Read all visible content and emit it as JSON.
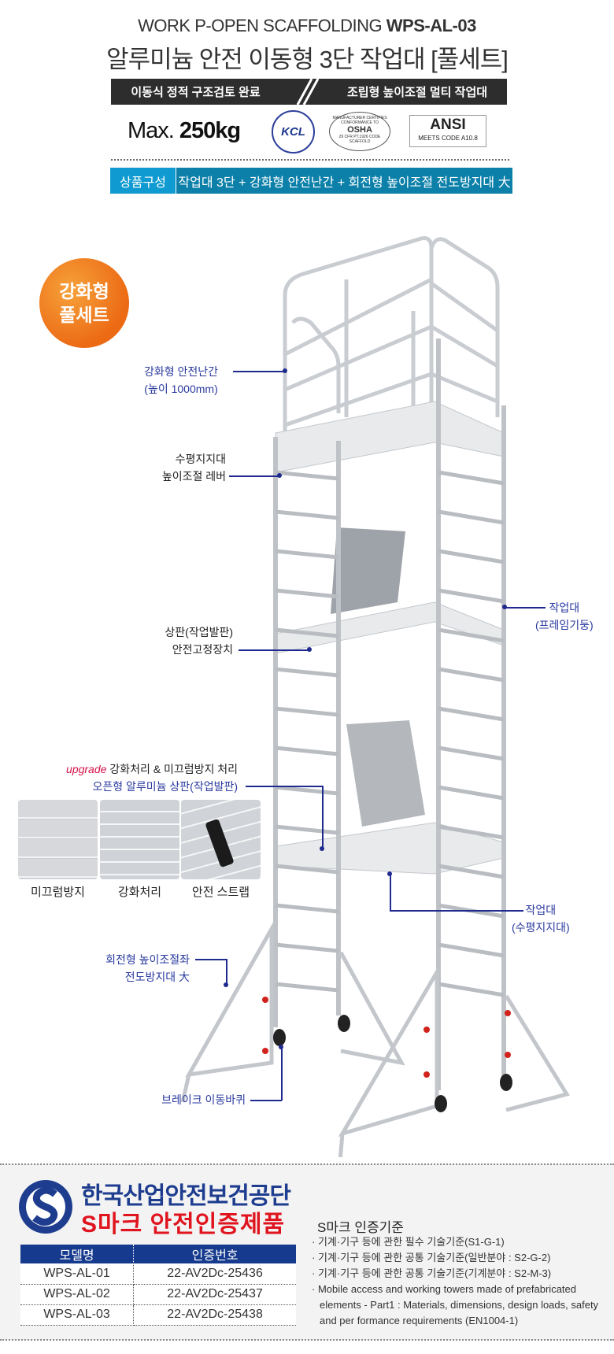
{
  "header": {
    "subtitle_prefix": "WORK P-OPEN SCAFFOLDING ",
    "model": "WPS-AL-03",
    "title": "알루미늄 안전 이동형 3단 작업대 [풀세트]"
  },
  "band": {
    "left": "이동식 정적 구조검토 완료",
    "right": "조립형 높이조절 멀티 작업대"
  },
  "capacity": {
    "prefix": "Max.",
    "value": "250kg"
  },
  "certs": {
    "kcl": "KCL",
    "osha_top": "MANUFACTURER CERTIFIES",
    "osha_mid": "CONFORMANCE TO",
    "osha": "OSHA",
    "osha_code": "29 CFR PT.1926 CODE",
    "osha_bottom": "SCAFFOLD",
    "ansi": "ANSI",
    "ansi_sub": "MEETS CODE A10.8"
  },
  "kit": {
    "label": "상품구성",
    "value": "작업대 3단 + 강화형 안전난간 + 회전형 높이조절 전도방지대 大"
  },
  "badge": {
    "line1": "강화형",
    "line2": "풀세트"
  },
  "callouts": {
    "rail1": "강화형 안전난간",
    "rail2": "(높이 1000mm)",
    "lever1": "수평지지대",
    "lever2": "높이조절 레버",
    "frame1": "작업대",
    "frame2": "(프레임기둥)",
    "lock1": "상판(작업발판)",
    "lock2": "안전고정장치",
    "upgrade": "upgrade",
    "upgrade_rest": " 강화처리 & 미끄럼방지 처리",
    "deck": "오픈형 알루미늄 상판(작업발판)",
    "hsupport1": "작업대",
    "hsupport2": "(수평지지대)",
    "outrigger1": "회전형 높이조절좌",
    "outrigger2": "전도방지대 大",
    "wheel": "브레이크 이동바퀴"
  },
  "thumbs": [
    "미끄럼방지",
    "강화처리",
    "안전 스트랩"
  ],
  "kosha": {
    "name": "한국산업안전보건공단",
    "mark": "S마크 안전인증제품"
  },
  "cert_table": {
    "headers": [
      "모델명",
      "인증번호"
    ],
    "rows": [
      [
        "WPS-AL-01",
        "22-AV2Dc-25436"
      ],
      [
        "WPS-AL-02",
        "22-AV2Dc-25437"
      ],
      [
        "WPS-AL-03",
        "22-AV2Dc-25438"
      ]
    ]
  },
  "standards": {
    "title": "S마크 인증기준",
    "items": [
      "· 기계·기구 등에 관한 필수 기술기준(S1-G-1)",
      "· 기계·기구 등에 관한 공통 기술기준(일반분야 : S2-G-2)",
      "· 기계·기구 등에 관한 공통 기술기준(기계분야 : S2-M-3)",
      "· Mobile access and working towers made of prefabricated elements - Part1 : Materials, dimensions, design loads, safety and per formance requirements (EN1004-1)"
    ]
  }
}
